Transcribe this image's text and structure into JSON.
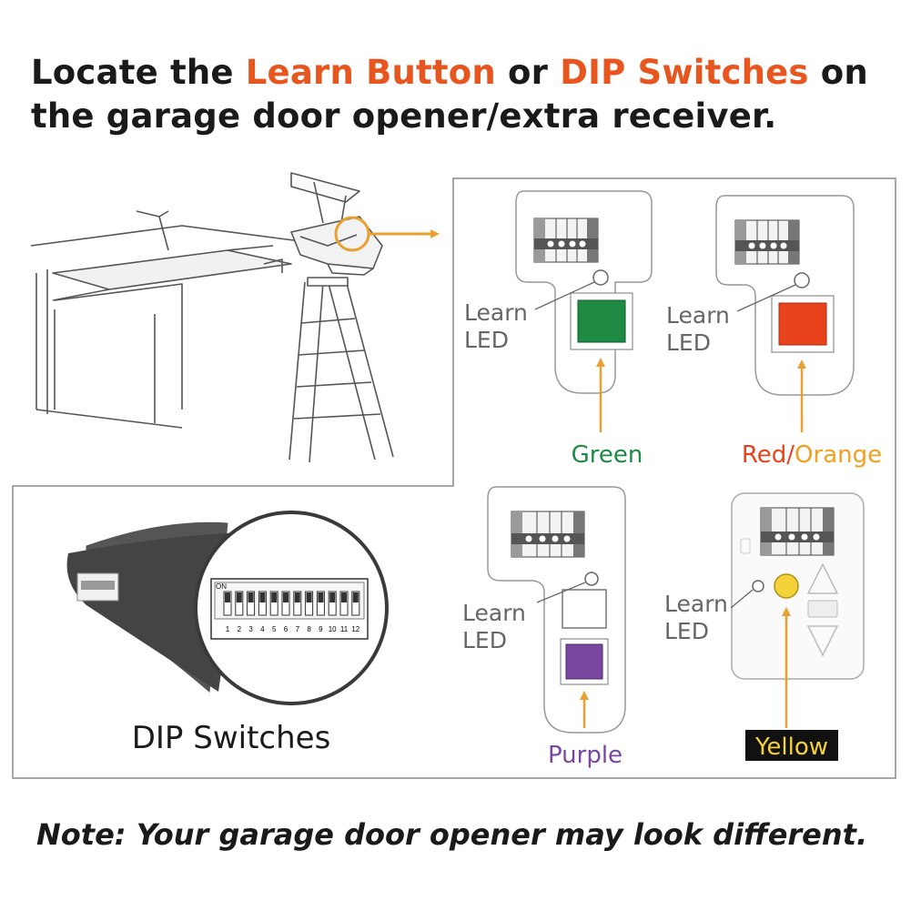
{
  "heading": {
    "part1": "Locate the ",
    "learn_button": "Learn Button",
    "part2": " or ",
    "dip_switches": "DIP Switches",
    "part3": " on the garage door opener/extra receiver."
  },
  "colors": {
    "accent": "#e8561f",
    "green": "#1e8a43",
    "red": "#e8431c",
    "orange": "#f0a020",
    "purple": "#7a47a0",
    "yellow": "#f4d23a",
    "arrow": "#e9a030",
    "outline": "#888888"
  },
  "icons": [
    "garage-door-icon",
    "ladder-icon",
    "opener-unit-icon",
    "magnifier-circle-icon",
    "arrow-icon",
    "dip-switch-icon",
    "terminal-block-icon",
    "led-icon"
  ],
  "panels": {
    "green": {
      "learn": "Learn",
      "led": "LED",
      "color_label": "Green"
    },
    "red_orange": {
      "learn": "Learn",
      "led": "LED",
      "red_label": "Red",
      "slash": "/",
      "orange_label": "Orange"
    },
    "purple": {
      "learn": "Learn",
      "led": "LED",
      "color_label": "Purple"
    },
    "yellow": {
      "learn": "Learn",
      "led": "LED",
      "color_label": "Yellow"
    }
  },
  "dip": {
    "on_label": "ON",
    "numbers": [
      "1",
      "2",
      "3",
      "4",
      "5",
      "6",
      "7",
      "8",
      "9",
      "10",
      "11",
      "12"
    ],
    "caption": "DIP Switches"
  },
  "note": "Note: Your garage door opener may look different."
}
